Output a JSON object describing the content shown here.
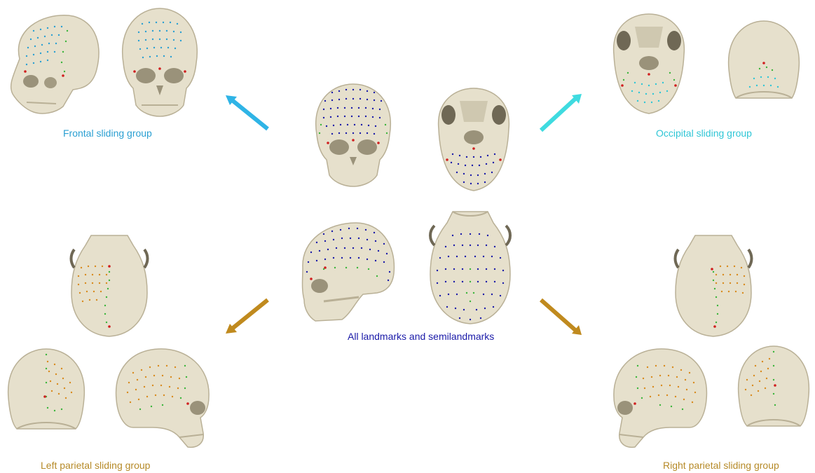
{
  "labels": {
    "frontal": "Frontal sliding group",
    "occipital": "Occipital sliding group",
    "all": "All landmarks and semilandmarks",
    "left_parietal": "Left parietal sliding group",
    "right_parietal": "Right parietal sliding group"
  },
  "colors": {
    "frontal": "#2a9fd2",
    "occipital": "#2fc6d6",
    "all": "#1a1aa8",
    "parietal": "#b68a28",
    "bone": "#e6e0cc",
    "bone_shade": "#b9b096",
    "landmark_red": "#d01f1f",
    "semilandmark_green": "#3bb43b",
    "semilandmark_orange": "#d88a1e"
  },
  "icons": {
    "arrow_frontal": "arrow-up-left-icon",
    "arrow_occipital": "arrow-up-right-icon",
    "arrow_left_parietal": "arrow-down-left-icon",
    "arrow_right_parietal": "arrow-down-right-icon"
  }
}
